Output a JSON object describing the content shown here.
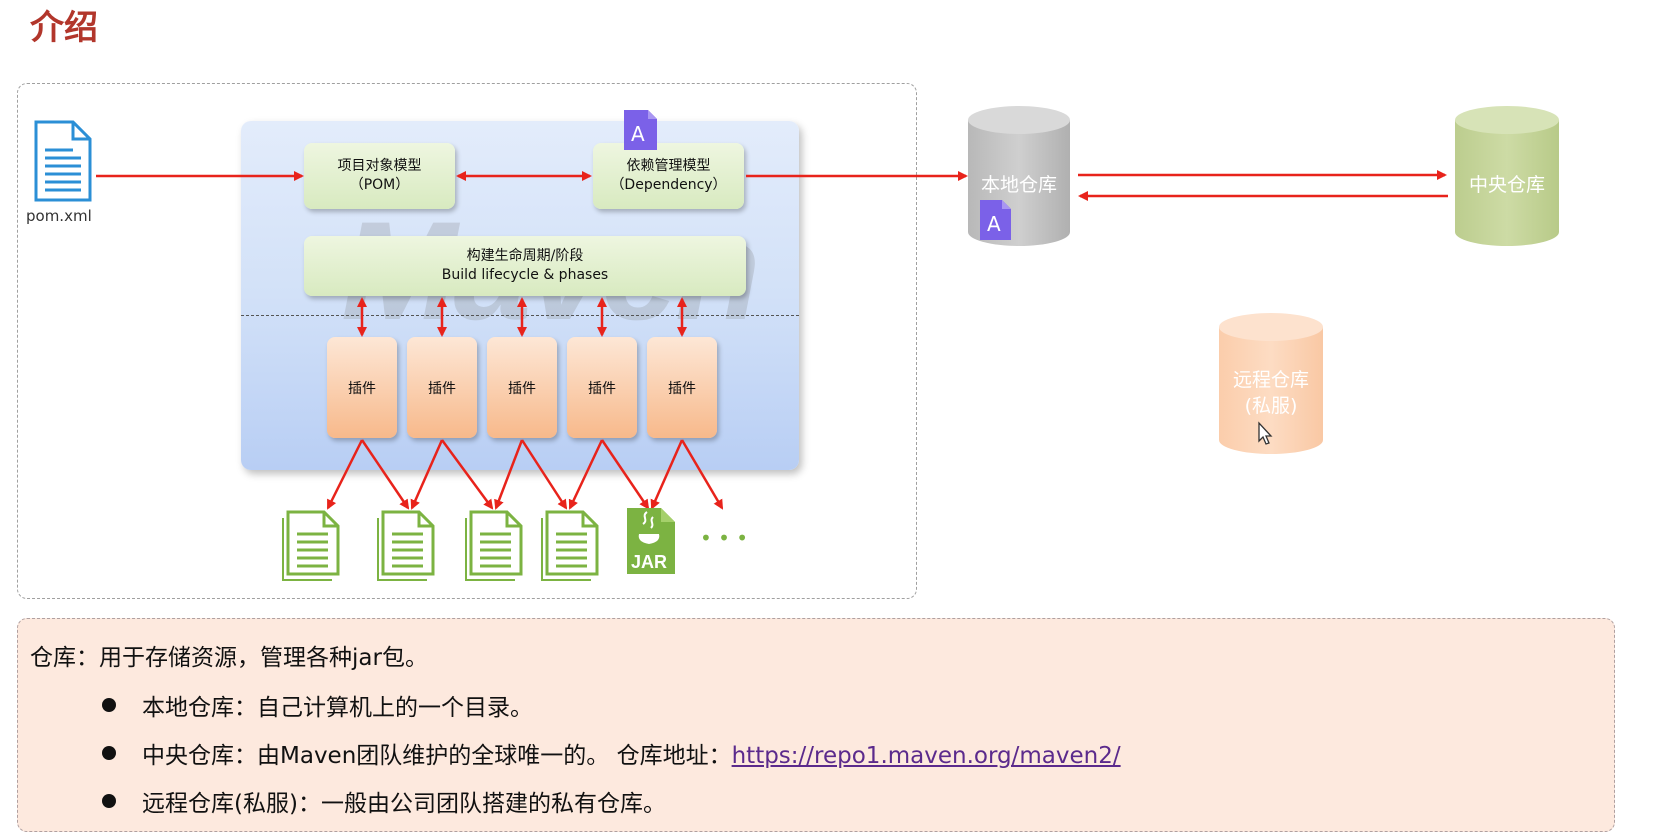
{
  "title": "介绍",
  "diagram": {
    "pom_file_label": "pom.xml",
    "pom_box": {
      "line1": "项目对象模型",
      "line2": "（POM）"
    },
    "dependency_box": {
      "line1": "依赖管理模型",
      "line2": "（Dependency）"
    },
    "lifecycle_box": {
      "line1": "构建生命周期/阶段",
      "line2": "Build lifecycle & phases"
    },
    "watermark": "Maven",
    "plugins": [
      "插件",
      "插件",
      "插件",
      "插件",
      "插件"
    ],
    "artifact_badge": "A",
    "jar_label": "JAR",
    "ellipsis": "• • •"
  },
  "repositories": {
    "local": "本地仓库",
    "central": "中央仓库",
    "remote_line1": "远程仓库",
    "remote_line2": "(私服)"
  },
  "info": {
    "main": "仓库：用于存储资源，管理各种jar包。",
    "items": [
      {
        "text": "本地仓库：自己计算机上的一个目录。"
      },
      {
        "text": "中央仓库：由Maven团队维护的全球唯一的。 仓库地址：",
        "link": "https://repo1.maven.org/maven2/"
      },
      {
        "text": "远程仓库(私服)：一般由公司团队搭建的私有仓库。"
      }
    ]
  },
  "colors": {
    "title": "#b2362b",
    "arrow": "#e8231b",
    "local_repo": "#bdbdbd",
    "central_repo": "#c4d39a",
    "remote_repo": "#fbd2b4",
    "badge": "#7b61e8"
  }
}
